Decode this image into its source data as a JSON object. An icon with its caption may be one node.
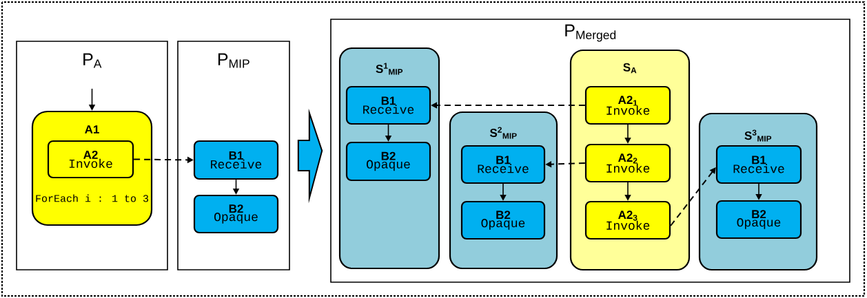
{
  "diagram": {
    "nodes": [
      {
        "text": [
          "P$_{A}$"
        ]
      },
      {
        "text": [
          "A1",
          "ForEach i : 1 to 3"
        ],
        "in": 0
      },
      {
        "text": [
          "A2",
          "Invoke"
        ],
        "in": 1
      },
      {
        "text": [
          "P$_{MIP}$"
        ]
      },
      {
        "text": [
          "B1",
          "Receive"
        ],
        "in": 3
      },
      {
        "text": [
          "B2",
          "Opaque"
        ],
        "in": 3
      },
      {
        "text": [
          "P$_{Merged}$"
        ]
      },
      {
        "text": [
          "S$^{1}$$_{MIP}$"
        ],
        "in": 6
      },
      {
        "text": [
          "B1",
          "Receive"
        ],
        "in": 7
      },
      {
        "text": [
          "B2",
          "Opaque"
        ],
        "in": 7
      },
      {
        "text": [
          "S$^{2}$$_{MIP}$"
        ],
        "in": 6
      },
      {
        "text": [
          "B1",
          "Receive"
        ],
        "in": 10
      },
      {
        "text": [
          "B2",
          "Opaque"
        ],
        "in": 10
      },
      {
        "text": [
          "S$_{A}$"
        ],
        "in": 6
      },
      {
        "text": [
          "A2$_{1}$",
          "Invoke"
        ],
        "in": 13
      },
      {
        "text": [
          "A2$_{2}$",
          "Invoke"
        ],
        "in": 13
      },
      {
        "text": [
          "A2$_{3}$",
          "Invoke"
        ],
        "in": 13
      },
      {
        "text": [
          "S$^{3}$$_{MIP}$"
        ],
        "in": 6
      },
      {
        "text": [
          "B1",
          "Receive"
        ],
        "in": 17
      },
      {
        "text": [
          "B2",
          "Opaque"
        ],
        "in": 17
      }
    ],
    "edges": [
      {
        "from": null,
        "to": 1,
        "arrow": "to"
      },
      {
        "from": 2,
        "to": 4,
        "arrow": "to",
        "style": "dashed"
      },
      {
        "from": 4,
        "to": 5,
        "arrow": "to"
      },
      {
        "from": 3,
        "to": 6,
        "arrow": "to",
        "style": "thick",
        "color": "#00b0f0"
      },
      {
        "from": 14,
        "to": 8,
        "arrow": "to",
        "style": "dashed"
      },
      {
        "from": 8,
        "to": 9,
        "arrow": "to"
      },
      {
        "from": 15,
        "to": 11,
        "arrow": "to",
        "style": "dashed"
      },
      {
        "from": 11,
        "to": 12,
        "arrow": "to"
      },
      {
        "from": 14,
        "to": 15,
        "arrow": "to"
      },
      {
        "from": 15,
        "to": 16,
        "arrow": "to"
      },
      {
        "from": 16,
        "to": 18,
        "arrow": "to",
        "style": "dashed"
      },
      {
        "from": 18,
        "to": 19,
        "arrow": "to"
      }
    ]
  }
}
